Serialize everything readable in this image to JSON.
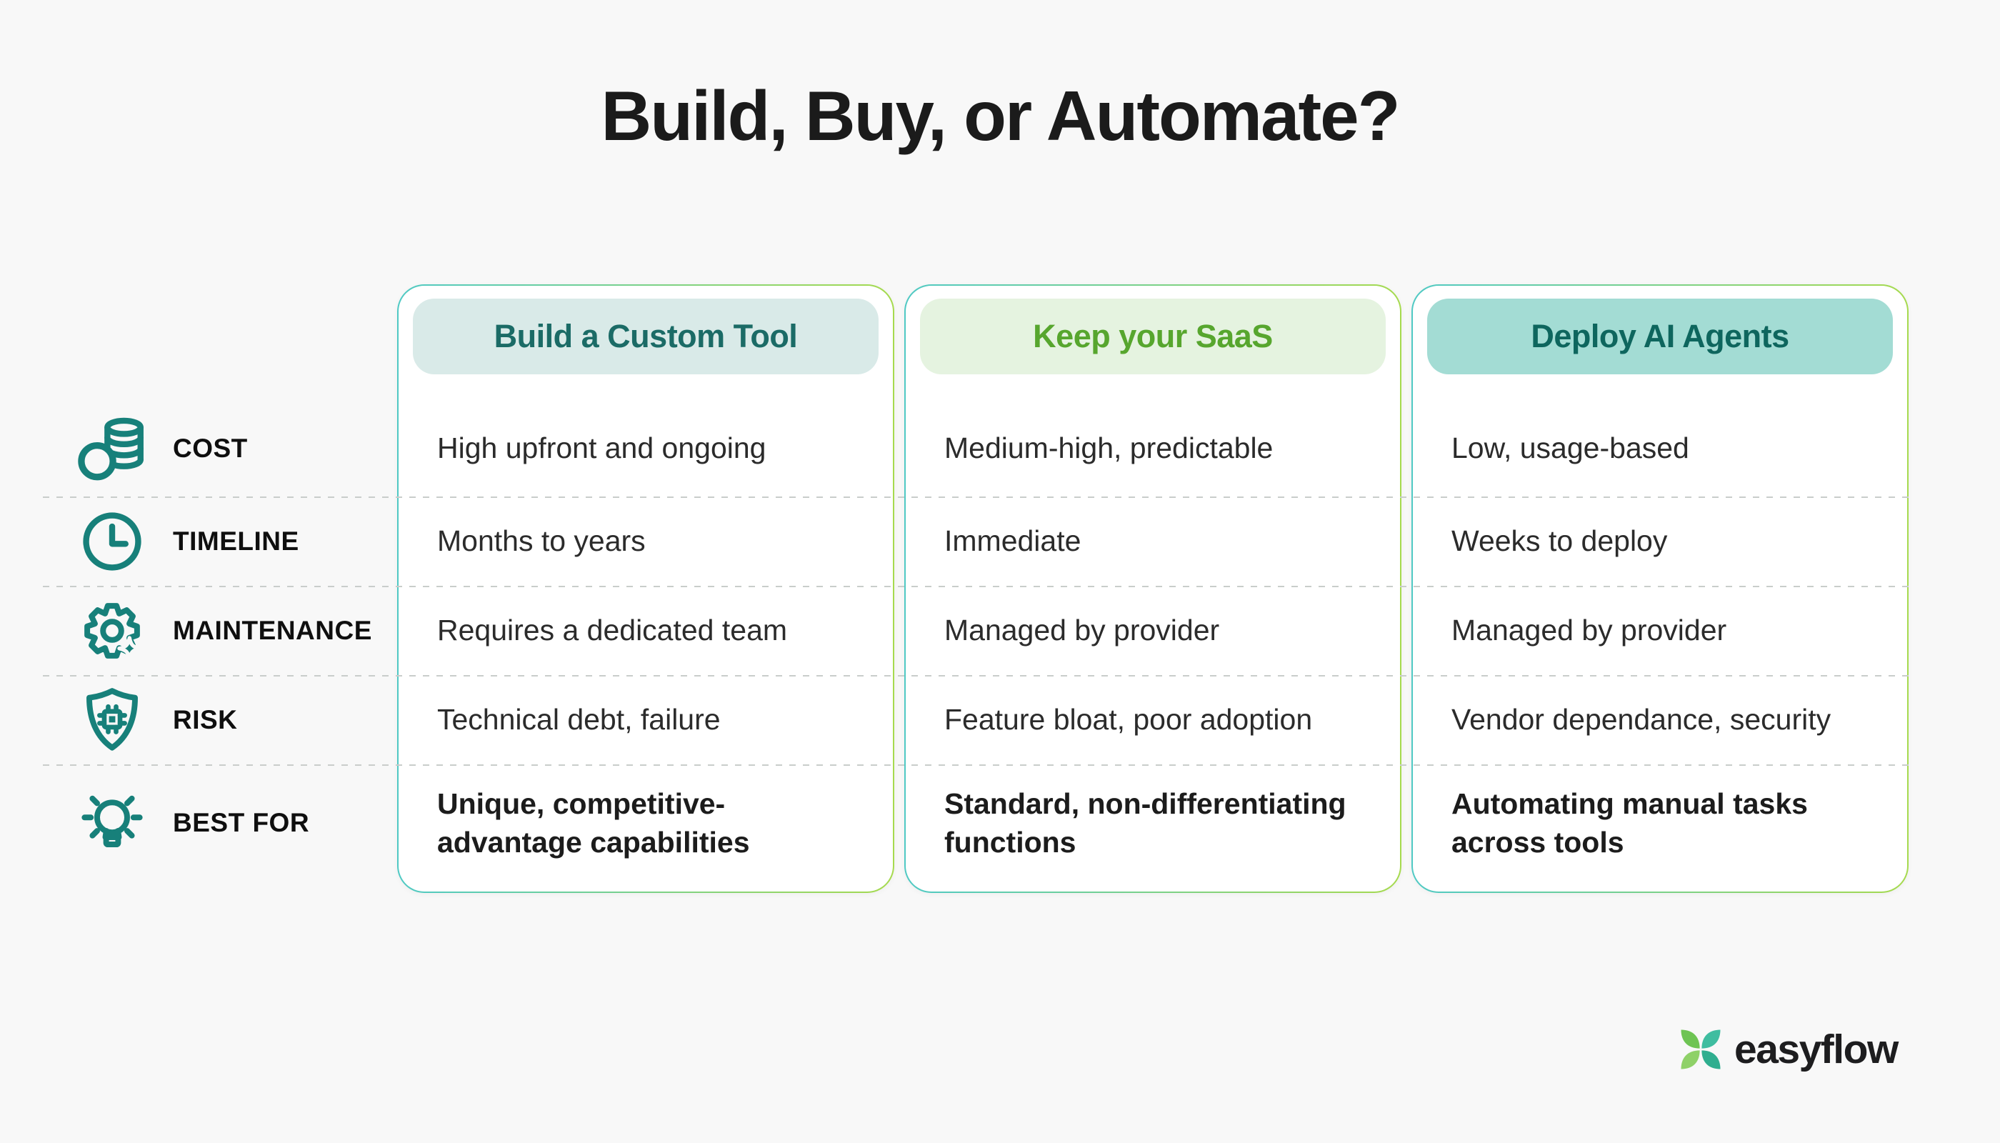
{
  "title": "Build, Buy, or Automate?",
  "table": {
    "rows": [
      {
        "label": "COST",
        "icon": "coins-icon"
      },
      {
        "label": "TIMELINE",
        "icon": "clock-icon"
      },
      {
        "label": "MAINTENANCE",
        "icon": "gear-icon"
      },
      {
        "label": "RISK",
        "icon": "shield-icon"
      },
      {
        "label": "BEST FOR",
        "icon": "lightbulb-icon"
      }
    ],
    "columns": [
      {
        "header": "Build a Custom Tool",
        "header_bg": "#d9eae8",
        "header_text_color": "#1b6b66",
        "cells": [
          "High upfront and ongoing",
          "Months to years",
          "Requires a dedicated team",
          "Technical debt, failure",
          "Unique, competitive-advantage capabilities"
        ]
      },
      {
        "header": "Keep your SaaS",
        "header_bg": "#e5f3e0",
        "header_text_color": "#57a62e",
        "cells": [
          "Medium-high, predictable",
          "Immediate",
          "Managed by provider",
          "Feature bloat, poor adoption",
          "Standard, non-differentiating functions"
        ]
      },
      {
        "header": "Deploy AI Agents",
        "header_bg": "#a3dcd4",
        "header_text_color": "#0e665e",
        "cells": [
          "Low, usage-based",
          "Weeks to deploy",
          "Managed by provider",
          "Vendor dependance, security",
          "Automating manual tasks across tools"
        ]
      }
    ]
  },
  "logo": {
    "text": "easyflow"
  },
  "colors": {
    "background": "#f8f8f8",
    "card_background": "#ffffff",
    "card_border_gradient_start": "#4fc9c4",
    "card_border_gradient_end": "#a6da4e",
    "icon_teal": "#17807a",
    "body_text": "#2b2b2b",
    "label_text": "#0f0f0f",
    "separator": "#c9cdcb",
    "logo_green": "#7cc75e",
    "logo_teal": "#3fbda0"
  }
}
